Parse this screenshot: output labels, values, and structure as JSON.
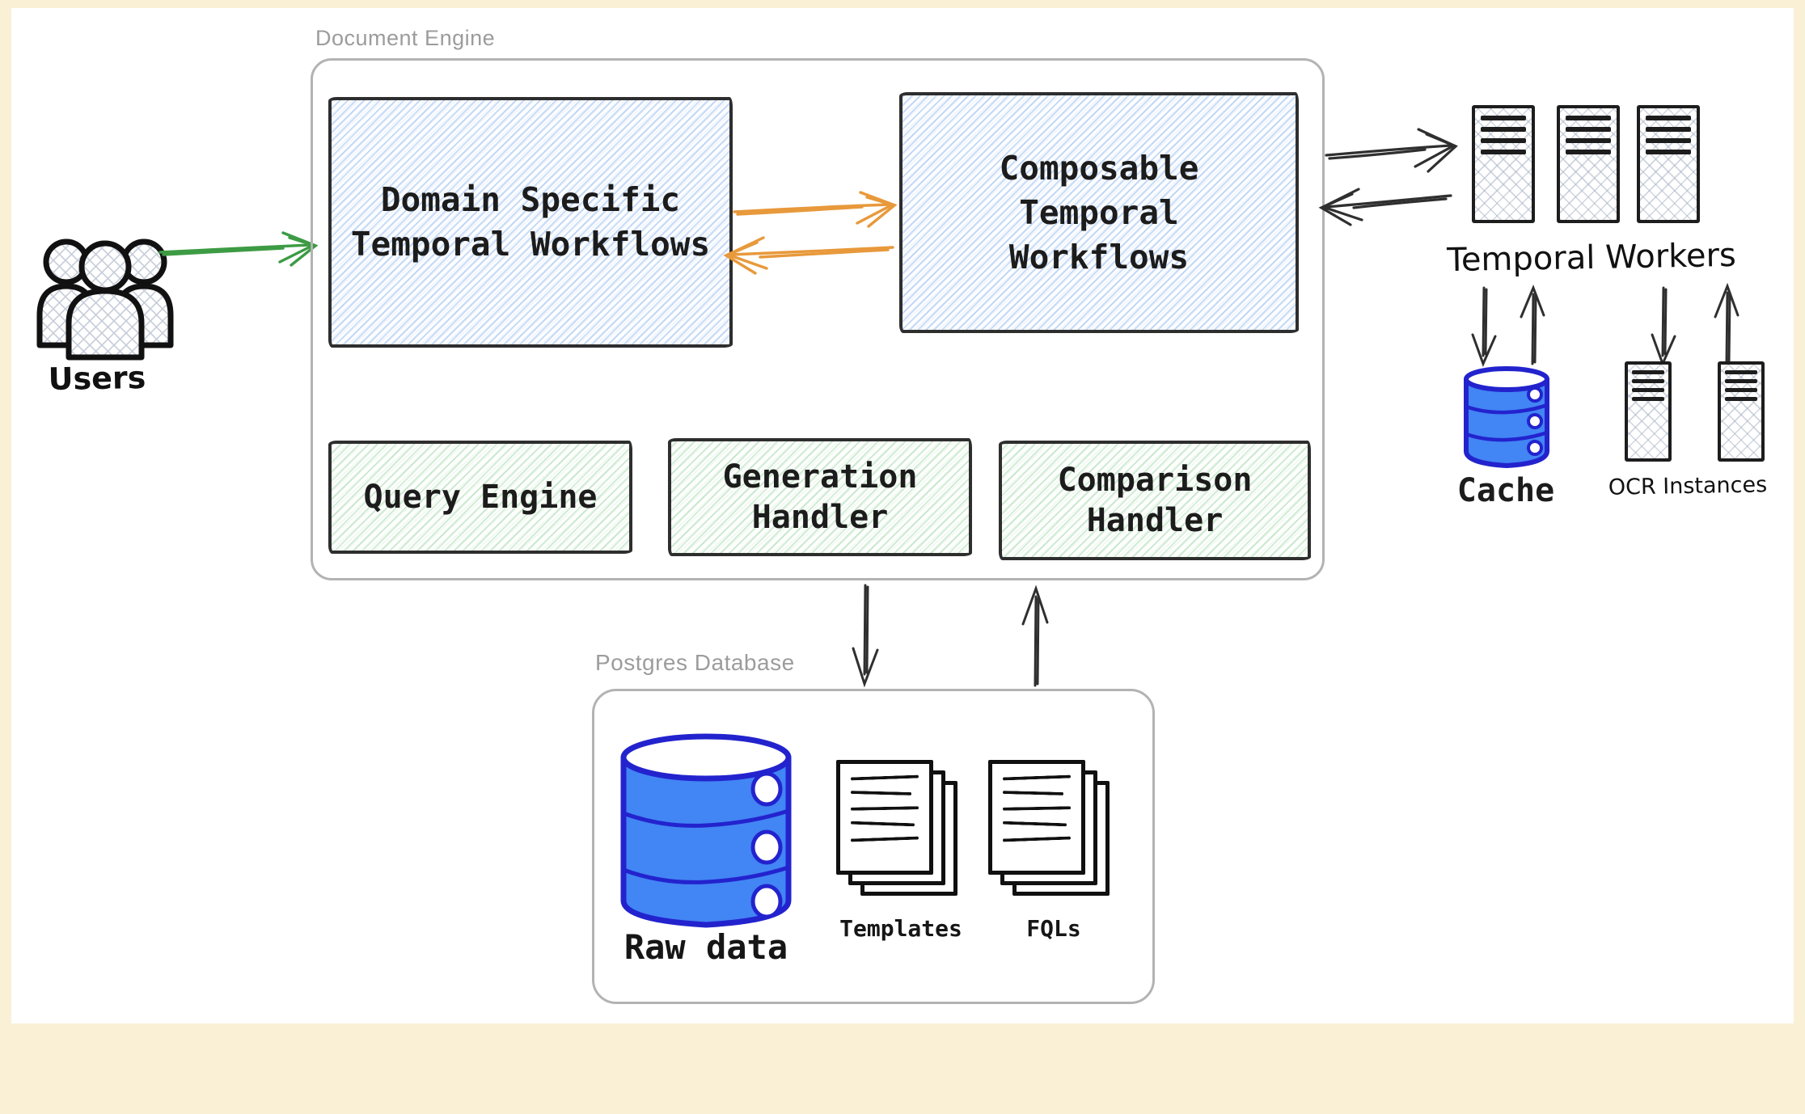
{
  "colors": {
    "page_border": "#FAF0D6",
    "canvas_bg": "#FFFFFF",
    "container_border": "#B3B3B3",
    "container_label": "#9C9C9C",
    "box_border": "#2E2E2E",
    "hatch_blue": "#7DAAEB",
    "hatch_green": "#6EBE78",
    "database_blue_fill": "#4285F4",
    "database_blue_stroke": "#2323CE",
    "arrow_orange": "#E8993B",
    "arrow_green": "#3D9B44",
    "arrow_black": "#2F2F2F"
  },
  "users": {
    "label": "Users"
  },
  "document_engine": {
    "title": "Document Engine",
    "domain_specific": {
      "line1": "Domain Specific",
      "line2": "Temporal Workflows"
    },
    "composable": {
      "line1": "Composable",
      "line2": "Temporal",
      "line3": "Workflows"
    },
    "query_engine": {
      "label": "Query Engine"
    },
    "generation_handler": {
      "line1": "Generation",
      "line2": "Handler"
    },
    "comparison_handler": {
      "line1": "Comparison",
      "line2": "Handler"
    }
  },
  "temporal_workers": {
    "label": "Temporal Workers"
  },
  "cache": {
    "label": "Cache"
  },
  "ocr_instances": {
    "label": "OCR Instances"
  },
  "postgres_database": {
    "title": "Postgres Database",
    "raw_data": {
      "label": "Raw data"
    },
    "templates": {
      "label": "Templates"
    },
    "fqls": {
      "label": "FQLs"
    }
  },
  "icons": {
    "users": "group-of-three-people",
    "temporal_workers": "three-server-towers",
    "cache": "blue-database-cylinder",
    "ocr_instances": "two-server-towers",
    "raw_data": "blue-database-cylinder",
    "templates": "document-stack",
    "fqls": "document-stack"
  }
}
